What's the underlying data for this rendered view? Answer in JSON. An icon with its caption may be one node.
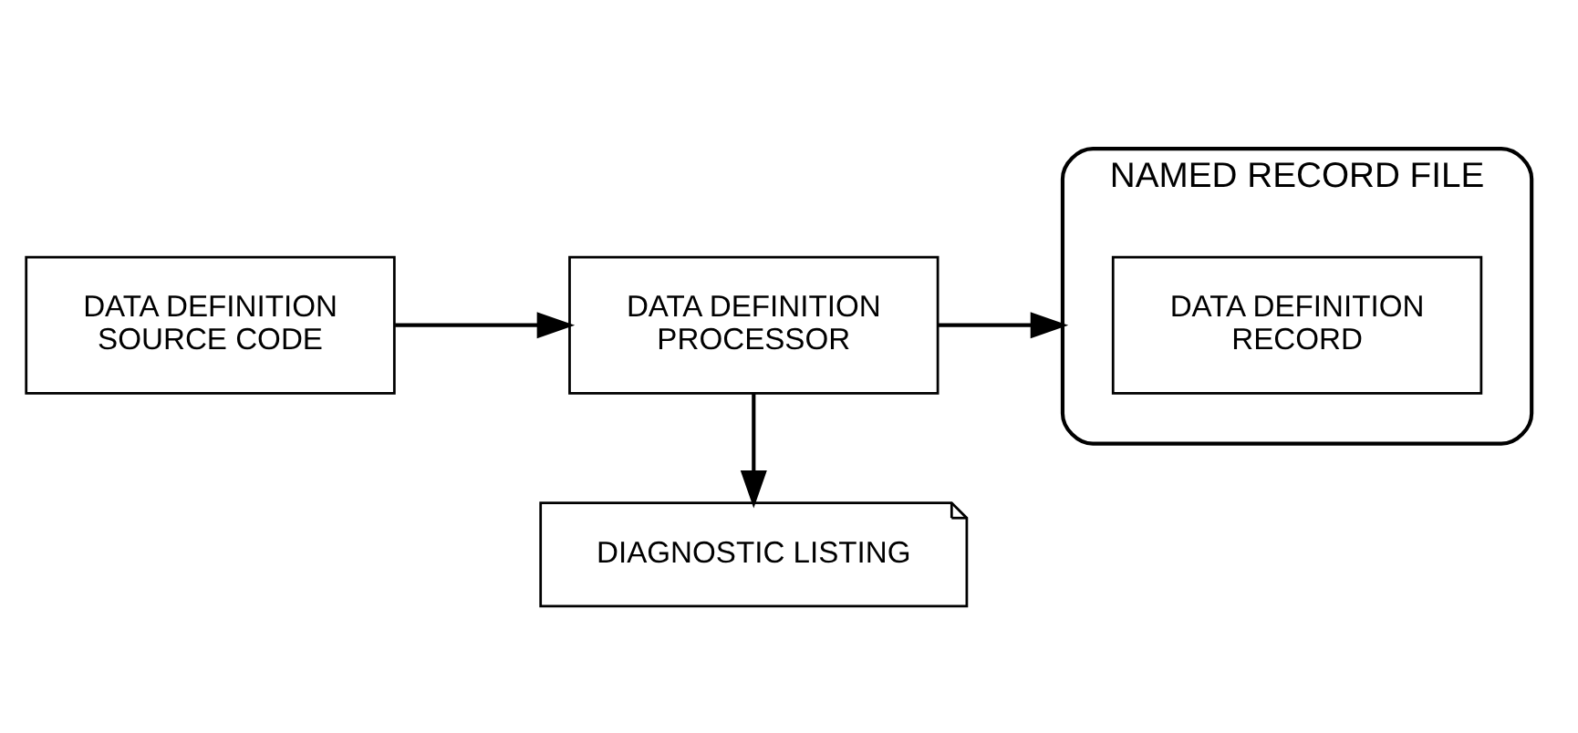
{
  "diagram": {
    "nodes": [
      {
        "text": [
          "DATA DEFINITION SOURCE CODE"
        ]
      },
      {
        "text": [
          "DATA DEFINITION PROCESSOR"
        ]
      },
      {
        "text": [
          "DIAGNOSTIC LISTING"
        ]
      },
      {
        "text": [
          "NAMED RECORD FILE"
        ]
      },
      {
        "text": [
          "DATA DEFINITION RECORD"
        ],
        "in": 3
      }
    ],
    "edges": [
      {
        "from": 0,
        "to": 1,
        "arrow": "to"
      },
      {
        "from": 1,
        "to": 3,
        "arrow": "to"
      },
      {
        "from": 1,
        "to": 2,
        "arrow": "to"
      }
    ]
  }
}
